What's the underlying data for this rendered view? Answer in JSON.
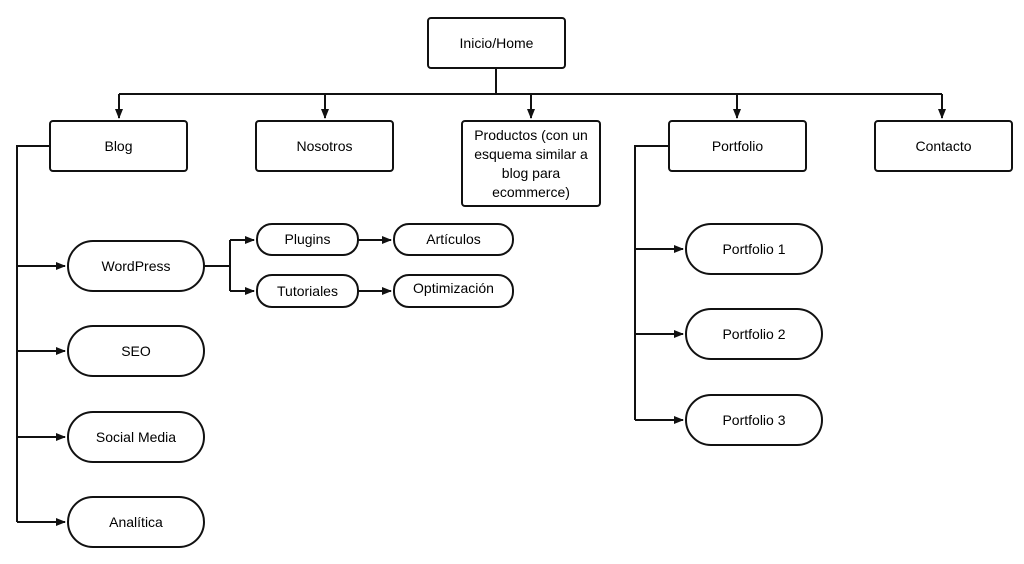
{
  "sitemap": {
    "root": "Inicio/Home",
    "sections": {
      "blog": "Blog",
      "nosotros": "Nosotros",
      "productos": "Productos (con un esquema similar a blog para ecommerce)",
      "portfolio": "Portfolio",
      "contacto": "Contacto"
    },
    "blog_children": {
      "wordpress": "WordPress",
      "seo": "SEO",
      "social_media": "Social Media",
      "analitica": "Analítica"
    },
    "wordpress_children": {
      "plugins": "Plugins",
      "tutoriales": "Tutoriales"
    },
    "leaf_nodes": {
      "articulos": "Artículos",
      "optimizacion": "Optimización"
    },
    "portfolio_children": {
      "portfolio_1": "Portfolio 1",
      "portfolio_2": "Portfolio 2",
      "portfolio_3": "Portfolio 3"
    }
  }
}
